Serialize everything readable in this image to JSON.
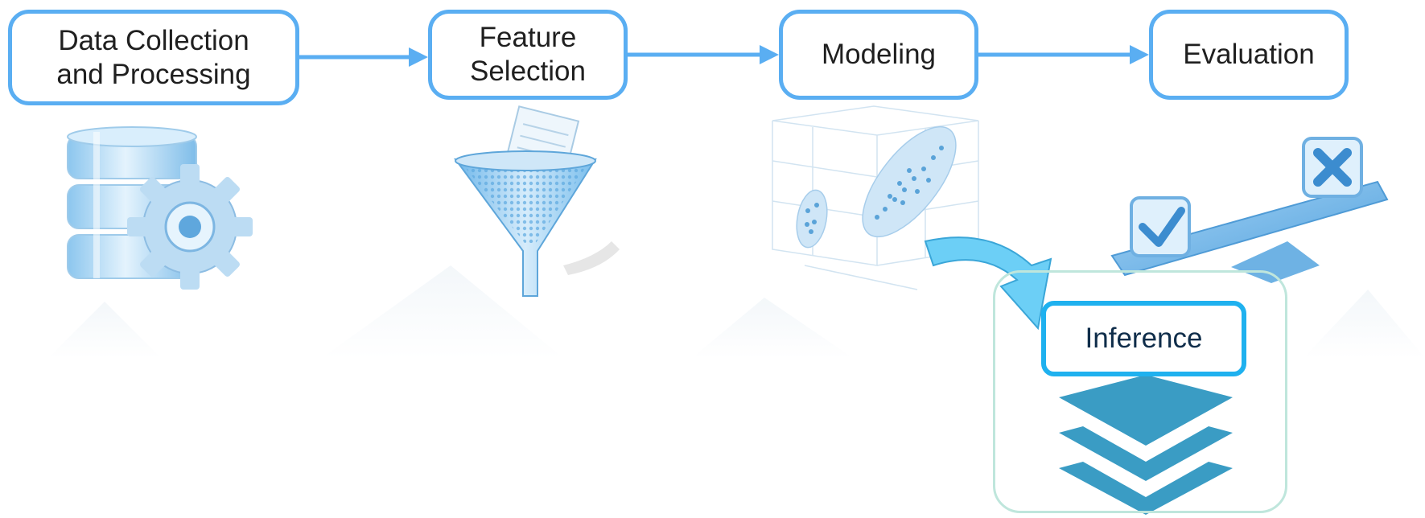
{
  "diagram": {
    "stages": [
      {
        "label": "Data Collection\nand Processing",
        "icon": "database-gear-icon"
      },
      {
        "label": "Feature\nSelection",
        "icon": "funnel-icon"
      },
      {
        "label": "Modeling",
        "icon": "3d-scatter-plot-icon"
      },
      {
        "label": "Evaluation",
        "icon": "balance-scale-icon"
      }
    ],
    "inference": {
      "label": "Inference",
      "icon": "layers-icon"
    },
    "colors": {
      "stage_border": "#5aaef2",
      "arrow": "#5aaef2",
      "inference_border": "#1fb1ef",
      "inference_panel_border": "#bfe6dc",
      "curved_arrow": "#6ccff6",
      "layers": "#3a9cc4",
      "icon_fill": "#bfe0f6"
    }
  }
}
